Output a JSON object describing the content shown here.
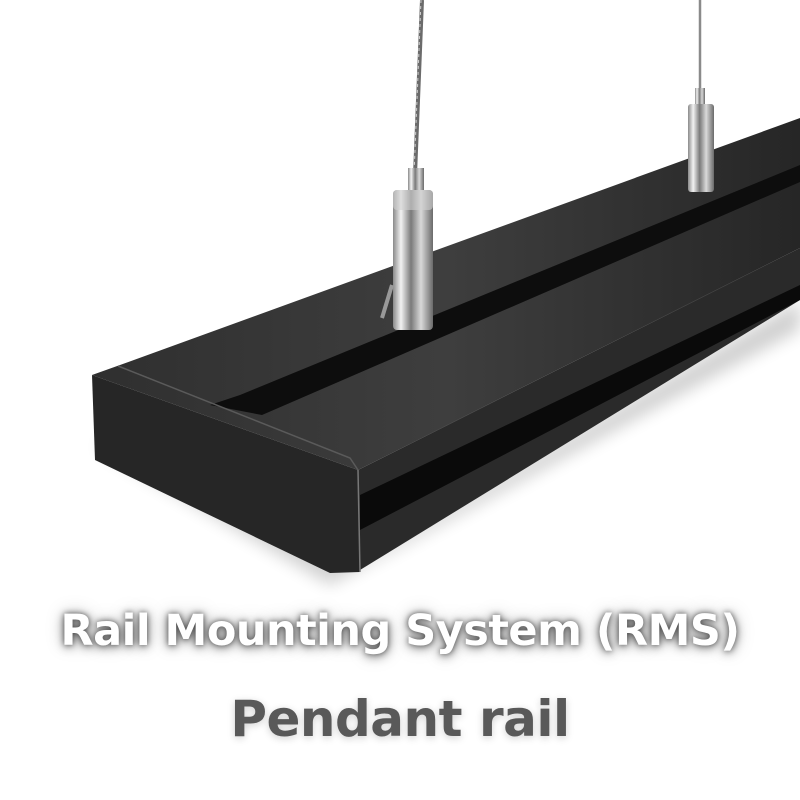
{
  "image": {
    "subject": "Black pendant mounting rail suspended by two steel cables with chrome cable grippers",
    "colors": {
      "background": "#ffffff",
      "rail_top": "#3a3a3a",
      "rail_front": "#2b2b2b",
      "rail_slot": "#0d0d0d",
      "chrome": "#c8c8c8",
      "caption_main": "#ffffff",
      "caption_sub": "#595959"
    }
  },
  "caption": {
    "title": "Rail Mounting System (RMS)",
    "subtitle": "Pendant rail"
  }
}
